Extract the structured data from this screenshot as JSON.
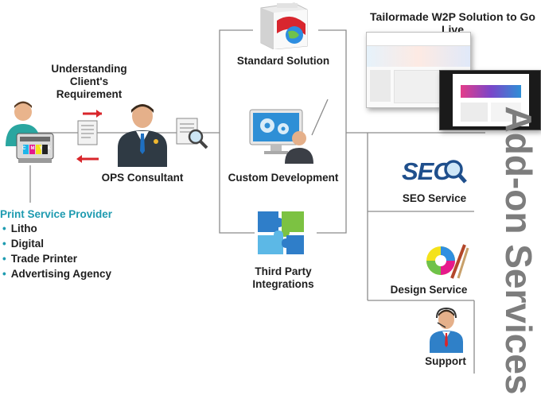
{
  "understanding_label": [
    "Understanding",
    "Client's",
    "Requirement"
  ],
  "consultant_label": "OPS Consultant",
  "provider": {
    "title": "Print Service Provider",
    "items": [
      "Litho",
      "Digital",
      "Trade Printer",
      "Advertising Agency"
    ]
  },
  "solutions": {
    "standard": "Standard Solution",
    "custom": "Custom Development",
    "third_party": [
      "Third Party",
      "Integrations"
    ]
  },
  "golive_title": "Tailormade W2P Solution to Go Live",
  "addon": {
    "title": "Add-on Services",
    "seo_logo": "SEO",
    "seo": "SEO Service",
    "design": "Design Service",
    "support": "Support"
  },
  "printer_cmyk": [
    "C",
    "M",
    "Y",
    "K"
  ],
  "colors": {
    "accent": "#1e9bb0",
    "arrow_red": "#d9262b",
    "line_gray": "#8c8c8c",
    "addon_gray": "#7d7d7d",
    "seo_blue": "#1f4f8c"
  }
}
